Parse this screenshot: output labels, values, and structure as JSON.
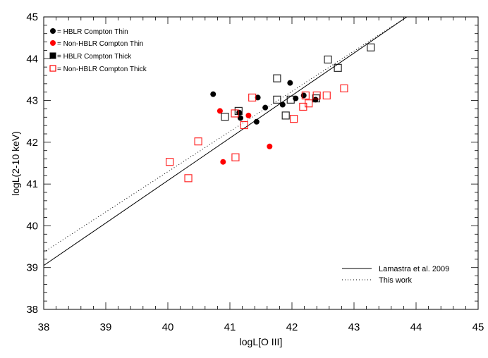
{
  "chart_data": {
    "type": "scatter",
    "title": "",
    "xlabel": "logL[O III]",
    "ylabel": "logL(2-10 keV)",
    "xlim": [
      38,
      45
    ],
    "ylim": [
      38,
      45
    ],
    "xticks": [
      38,
      39,
      40,
      41,
      42,
      43,
      44,
      45
    ],
    "yticks": [
      38,
      39,
      40,
      41,
      42,
      43,
      44,
      45
    ],
    "grid": false,
    "legend_position": "upper left",
    "series": [
      {
        "name": "HBLR Compton Thin",
        "label": "= HBLR Compton Thin",
        "marker": "filled-circle",
        "color": "#000000",
        "points": [
          [
            40.73,
            43.15
          ],
          [
            41.45,
            43.07
          ],
          [
            41.15,
            42.71
          ],
          [
            41.17,
            42.58
          ],
          [
            41.43,
            42.49
          ],
          [
            41.57,
            42.83
          ],
          [
            41.85,
            42.9
          ],
          [
            41.97,
            43.42
          ],
          [
            42.06,
            43.05
          ],
          [
            42.19,
            43.12
          ],
          [
            42.38,
            43.02
          ]
        ]
      },
      {
        "name": "Non-HBLR Compton Thin",
        "label": "= Non-HBLR Compton Thin",
        "marker": "filled-circle",
        "color": "#ff0000",
        "points": [
          [
            40.84,
            42.75
          ],
          [
            41.3,
            42.64
          ],
          [
            40.89,
            41.53
          ],
          [
            41.64,
            41.9
          ]
        ]
      },
      {
        "name": "HBLR Compton Thick",
        "label": "= HBLR Compton Thick",
        "marker": "open-square",
        "color": "#000000",
        "points": [
          [
            40.92,
            42.61
          ],
          [
            41.14,
            42.75
          ],
          [
            41.76,
            43.53
          ],
          [
            41.76,
            43.02
          ],
          [
            41.98,
            43.02
          ],
          [
            41.9,
            42.64
          ],
          [
            42.39,
            43.05
          ],
          [
            42.58,
            43.98
          ],
          [
            42.74,
            43.78
          ],
          [
            43.27,
            44.27
          ]
        ]
      },
      {
        "name": "Non-HBLR Compton Thick",
        "label": "= Non-HBLR Compton Thick",
        "marker": "open-square",
        "color": "#ff0000",
        "points": [
          [
            40.03,
            41.53
          ],
          [
            40.33,
            41.14
          ],
          [
            40.49,
            42.02
          ],
          [
            41.08,
            42.69
          ],
          [
            41.09,
            41.64
          ],
          [
            41.23,
            42.41
          ],
          [
            41.36,
            43.07
          ],
          [
            42.03,
            42.56
          ],
          [
            42.18,
            42.85
          ],
          [
            42.27,
            42.93
          ],
          [
            42.22,
            43.12
          ],
          [
            42.4,
            43.12
          ],
          [
            42.56,
            43.12
          ],
          [
            42.84,
            43.29
          ]
        ]
      }
    ],
    "lines": [
      {
        "name": "Lamastra et al. 2009",
        "style": "solid",
        "x": [
          38,
          43.85
        ],
        "y": [
          39.05,
          45.0
        ]
      },
      {
        "name": "This work",
        "style": "dotted",
        "x": [
          38,
          43.85
        ],
        "y": [
          39.37,
          45.0
        ]
      }
    ],
    "line_legend_position": "lower right"
  }
}
